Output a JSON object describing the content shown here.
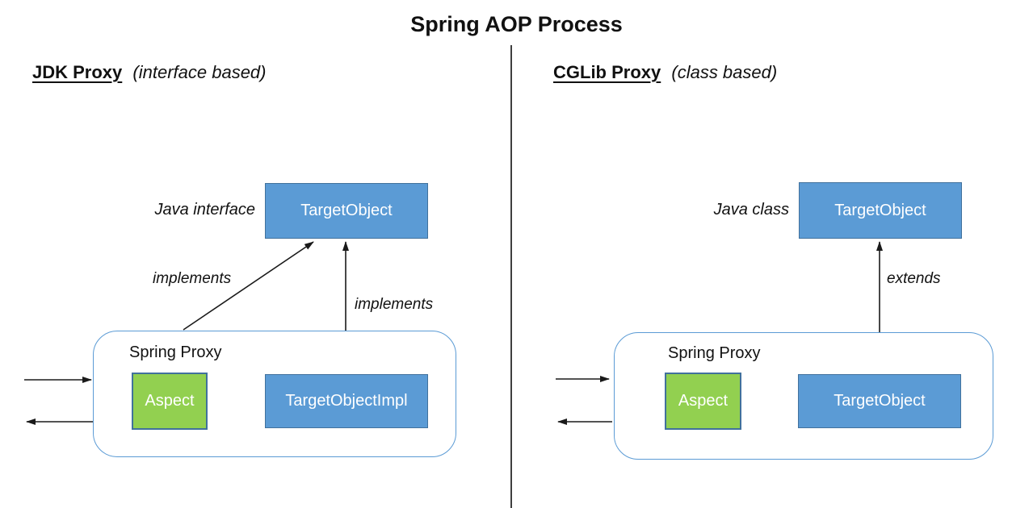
{
  "title": "Spring AOP Process",
  "colors": {
    "box-blue": "#5B9BD5",
    "box-blue-border": "#41719C",
    "box-green": "#92D050",
    "box-green-border": "#41719C",
    "container-border": "#5B9BD5",
    "divider": "#3f3f3f",
    "arrow": "#1a1a1a",
    "text": "#111111"
  },
  "left": {
    "heading": "JDK Proxy",
    "heading_qualifier": "(interface based)",
    "type_label": "Java interface",
    "target_box": "TargetObject",
    "proxy_implements_label": "implements",
    "impl_implements_label": "implements",
    "proxy": {
      "label": "Spring Proxy",
      "aspect_box": "Aspect",
      "target_box": "TargetObjectImpl"
    }
  },
  "right": {
    "heading": "CGLib Proxy",
    "heading_qualifier": "(class based)",
    "type_label": "Java class",
    "target_box": "TargetObject",
    "extends_label": "extends",
    "proxy": {
      "label": "Spring Proxy",
      "aspect_box": "Aspect",
      "target_box": "TargetObject"
    }
  }
}
